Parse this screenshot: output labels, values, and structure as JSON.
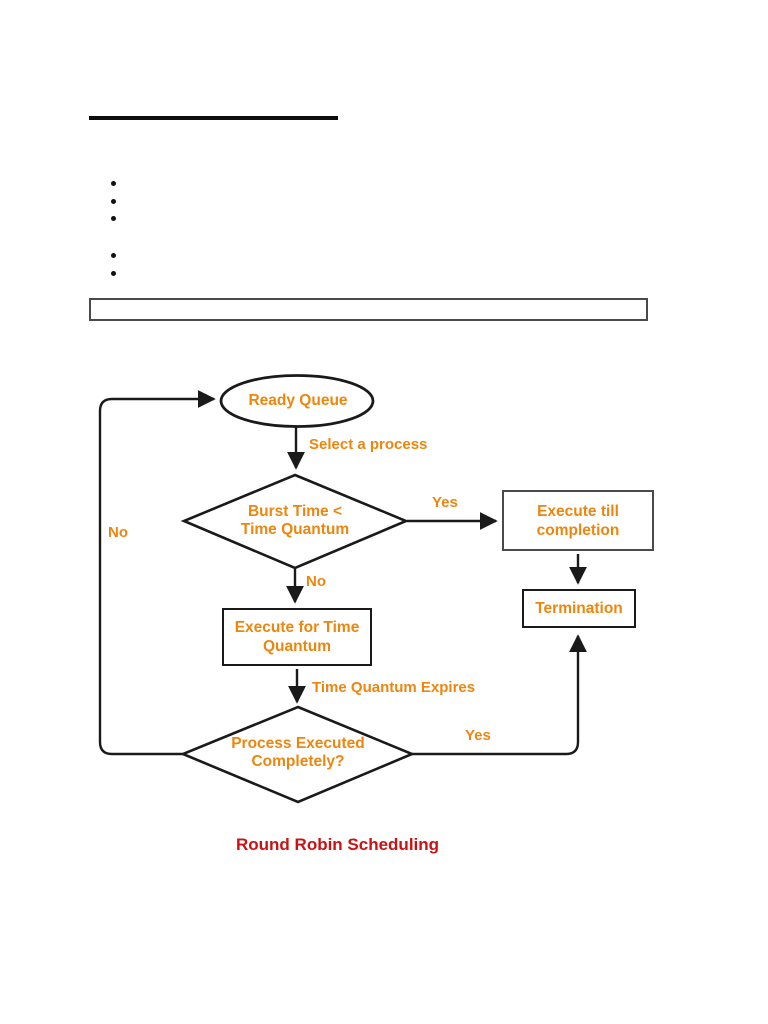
{
  "document": {
    "bullet_count": 5
  },
  "flowchart": {
    "nodes": {
      "ready_queue": "Ready Queue",
      "burst_time_check": "Burst Time <\nTime Quantum",
      "execute_for_quantum": "Execute for Time\nQuantum",
      "execute_till_completion": "Execute till\ncompletion",
      "termination": "Termination",
      "process_executed_check": "Process Executed\nCompletely?"
    },
    "edge_labels": {
      "select_process": "Select a process",
      "time_quantum_expires": "Time Quantum Expires",
      "yes_to_completion": "Yes",
      "no_to_quantum": "No",
      "no_loop_back": "No",
      "yes_to_termination": "Yes"
    },
    "caption": "Round Robin Scheduling",
    "colors": {
      "node_text": "#ED860F",
      "caption_text": "#CB1212",
      "connector": "#1a1a1a"
    }
  }
}
